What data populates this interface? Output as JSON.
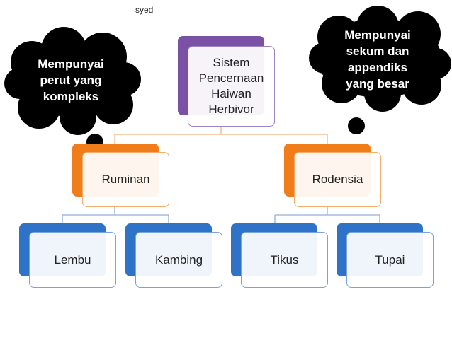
{
  "author": "syed",
  "root": {
    "label_lines": [
      "Sistem",
      "Pencernaan",
      "Haiwan",
      "Herbivor"
    ]
  },
  "level1": [
    {
      "label": "Ruminan"
    },
    {
      "label": "Rodensia"
    }
  ],
  "level2": [
    {
      "label": "Lembu"
    },
    {
      "label": "Kambing"
    },
    {
      "label": "Tikus"
    },
    {
      "label": "Tupai"
    }
  ],
  "callouts": {
    "left": {
      "lines": [
        "Mempunyai",
        "perut yang",
        "kompleks"
      ]
    },
    "right": {
      "lines": [
        "Mempunyai",
        "sekum dan",
        "appendiks",
        "yang besar"
      ]
    }
  },
  "colors": {
    "root_back": "#7b51a6",
    "root_border": "#9c84c4",
    "level1_back": "#f07c1a",
    "level1_border": "#f5ad6c",
    "level2_back": "#2f73c9",
    "level2_border": "#7aa3d8",
    "connector": "#f3b27c",
    "connector_blue": "#8fb0d8",
    "callout": "#000000"
  }
}
